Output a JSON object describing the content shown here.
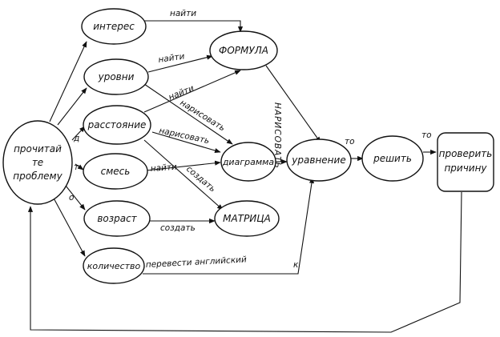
{
  "nodes": {
    "read": [
      "прочитай",
      "те",
      "проблему"
    ],
    "interest": "интерес",
    "levels": "уровни",
    "distance": "расстояние",
    "mixture": "смесь",
    "age": "возраст",
    "quantity": "количество",
    "formula": "ФОРМУЛА",
    "diagram": "диаграмма",
    "matrix": "МАТРИЦА",
    "equation": "уравнение",
    "solve": "решить",
    "check": [
      "проверить",
      "причину"
    ]
  },
  "edge_labels": {
    "find_1": "найти",
    "find_2": "найти",
    "find_3": "найти",
    "find_4": "найти",
    "draw_1": "нарисовать",
    "draw_2": "нарисовать",
    "draw_vertical": "НАРИСОВАТЬ",
    "create_1": "создать",
    "create_2": "создать",
    "translate": "перевести английский",
    "k": "к",
    "to_1": "то",
    "to_2": "то",
    "d": "д",
    "t": "т",
    "o": "о"
  }
}
